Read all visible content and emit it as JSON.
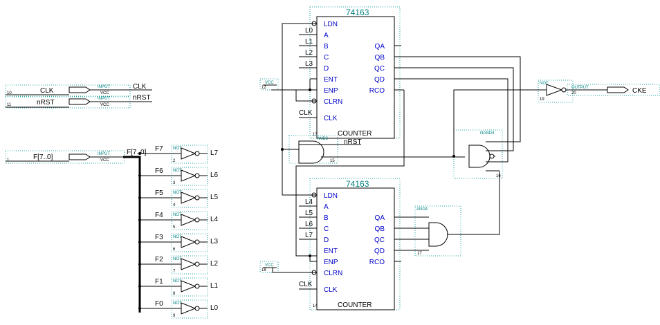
{
  "inputs": {
    "clk_name": "CLK",
    "clk_net": "CLK",
    "clk_num": "10",
    "nrst_name": "nRST",
    "nrst_net": "nRST",
    "nrst_num": "11",
    "f_name": "F[7..0]",
    "f_num": "1",
    "bus_label": "F[7..0]",
    "type_label": "INPUT",
    "vcc_label": "VCC"
  },
  "inverters": [
    {
      "in": "F7",
      "out": "L7",
      "num": "2"
    },
    {
      "in": "F6",
      "out": "L6",
      "num": "3"
    },
    {
      "in": "F5",
      "out": "L5",
      "num": "4"
    },
    {
      "in": "F4",
      "out": "L4",
      "num": "5"
    },
    {
      "in": "F3",
      "out": "L3",
      "num": "6"
    },
    {
      "in": "F2",
      "out": "L2",
      "num": "7"
    },
    {
      "in": "F1",
      "out": "L1",
      "num": "8"
    },
    {
      "in": "F0",
      "out": "L0",
      "num": "9"
    }
  ],
  "not_label": "NOT",
  "counter1": {
    "part": "74163",
    "caption": "COUNTER",
    "num": "13",
    "left_pins": [
      "LDN",
      "A",
      "B",
      "C",
      "D",
      "ENT",
      "ENP",
      "CLRN",
      "CLK"
    ],
    "right_pins": [
      "QA",
      "QB",
      "QC",
      "QD",
      "RCO"
    ],
    "load_nets": [
      "L0",
      "L1",
      "L2",
      "L3"
    ],
    "clk_net": "CLK"
  },
  "counter2": {
    "part": "74163",
    "caption": "COUNTER",
    "num": "14",
    "left_pins": [
      "LDN",
      "A",
      "B",
      "C",
      "D",
      "ENT",
      "ENP",
      "CLRN",
      "CLK"
    ],
    "right_pins": [
      "QA",
      "QB",
      "QC",
      "QD",
      "RCO"
    ],
    "load_nets": [
      "L4",
      "L5",
      "L6",
      "L7"
    ],
    "clk_net": "CLK"
  },
  "vcc1": {
    "label": "VCC",
    "num": "12"
  },
  "vcc2": {
    "label": "VCC",
    "num": "18"
  },
  "and2": {
    "label": "AND2",
    "num": "15",
    "net": "nRST"
  },
  "and4": {
    "label": "AND4",
    "num": "17"
  },
  "nand4": {
    "label": "NAND4",
    "num": "16"
  },
  "not_out": {
    "label": "NOT",
    "num": "19"
  },
  "output": {
    "label": "OUTPUT",
    "name": "CKE"
  }
}
